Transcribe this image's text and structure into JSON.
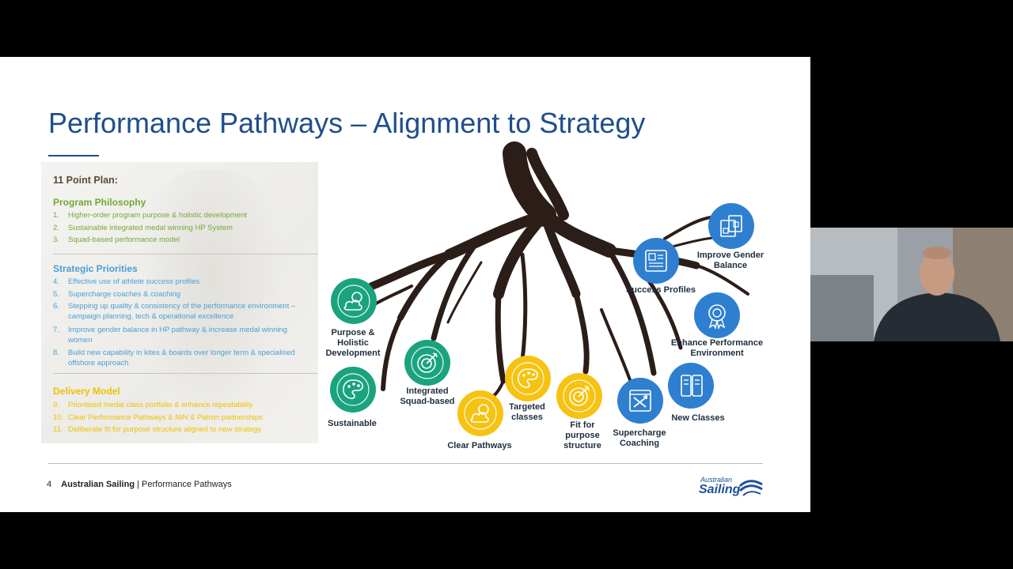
{
  "slide": {
    "title": "Performance Pathways – Alignment to Strategy",
    "page_number": "4",
    "footer_brand": "Australian Sailing",
    "footer_sep": " | ",
    "footer_section": "Performance Pathways",
    "logo_line1": "Australian",
    "logo_line2": "Sailing"
  },
  "plan": {
    "heading": "11 Point Plan:",
    "sections": [
      {
        "title": "Program Philosophy",
        "color": "#72a935",
        "items": [
          {
            "n": "1.",
            "text": "Higher-order program purpose & holistic development"
          },
          {
            "n": "2.",
            "text": "Sustainable integrated medal winning HP System"
          },
          {
            "n": "3.",
            "text": "Squad-based performance model"
          }
        ]
      },
      {
        "title": "Strategic Priorities",
        "color": "#4a9fd6",
        "items": [
          {
            "n": "4.",
            "text": "Effective use of athlete success profiles"
          },
          {
            "n": "5.",
            "text": "Supercharge coaches & coaching"
          },
          {
            "n": "6.",
            "text": "Stepping up quality & consistency of the performance environment – campaign planning, tech & operational excellence"
          },
          {
            "n": "7.",
            "text": "Improve gender balance in HP pathway & increase medal winning women"
          },
          {
            "n": "8.",
            "text": "Build new capability in kites & boards over longer term & specialised offshore approach"
          }
        ]
      },
      {
        "title": "Delivery Model",
        "color": "#f0c000",
        "items": [
          {
            "n": "9.",
            "text": "Prioritised medal class portfolio & enhance repeatability"
          },
          {
            "n": "10.",
            "text": "Clear Performance Pathways & NIN & Patron partnerships"
          },
          {
            "n": "11.",
            "text": "Deliberate fit for purpose structure aligned to new strategy"
          }
        ]
      }
    ]
  },
  "nodes": [
    {
      "label_lines": [
        "Purpose &",
        "Holistic",
        "Development"
      ],
      "color": "#1aa37f",
      "icon": "sun-cloud-icon"
    },
    {
      "label_lines": [
        "Sustainable"
      ],
      "color": "#1aa37f",
      "icon": "palette-icon"
    },
    {
      "label_lines": [
        "Integrated",
        "Squad-based"
      ],
      "color": "#1aa37f",
      "icon": "target-icon"
    },
    {
      "label_lines": [
        "Clear Pathways"
      ],
      "color": "#f6c312",
      "icon": "sun-cloud-icon"
    },
    {
      "label_lines": [
        "Targeted",
        "classes"
      ],
      "color": "#f6c312",
      "icon": "palette-icon"
    },
    {
      "label_lines": [
        "Fit for",
        "purpose",
        "structure"
      ],
      "color": "#f6c312",
      "icon": "target-icon"
    },
    {
      "label_lines": [
        "Supercharge",
        "Coaching"
      ],
      "color": "#2f7fd0",
      "icon": "tools-icon"
    },
    {
      "label_lines": [
        "New Classes"
      ],
      "color": "#2f7fd0",
      "icon": "devices-icon"
    },
    {
      "label_lines": [
        "Enhance Performance",
        "Environment"
      ],
      "color": "#2f7fd0",
      "icon": "award-icon"
    },
    {
      "label_lines": [
        "Success Profiles"
      ],
      "color": "#2f7fd0",
      "icon": "profile-icon"
    },
    {
      "label_lines": [
        "Improve Gender",
        "Balance"
      ],
      "color": "#2f7fd0",
      "icon": "gender-docs-icon"
    }
  ]
}
